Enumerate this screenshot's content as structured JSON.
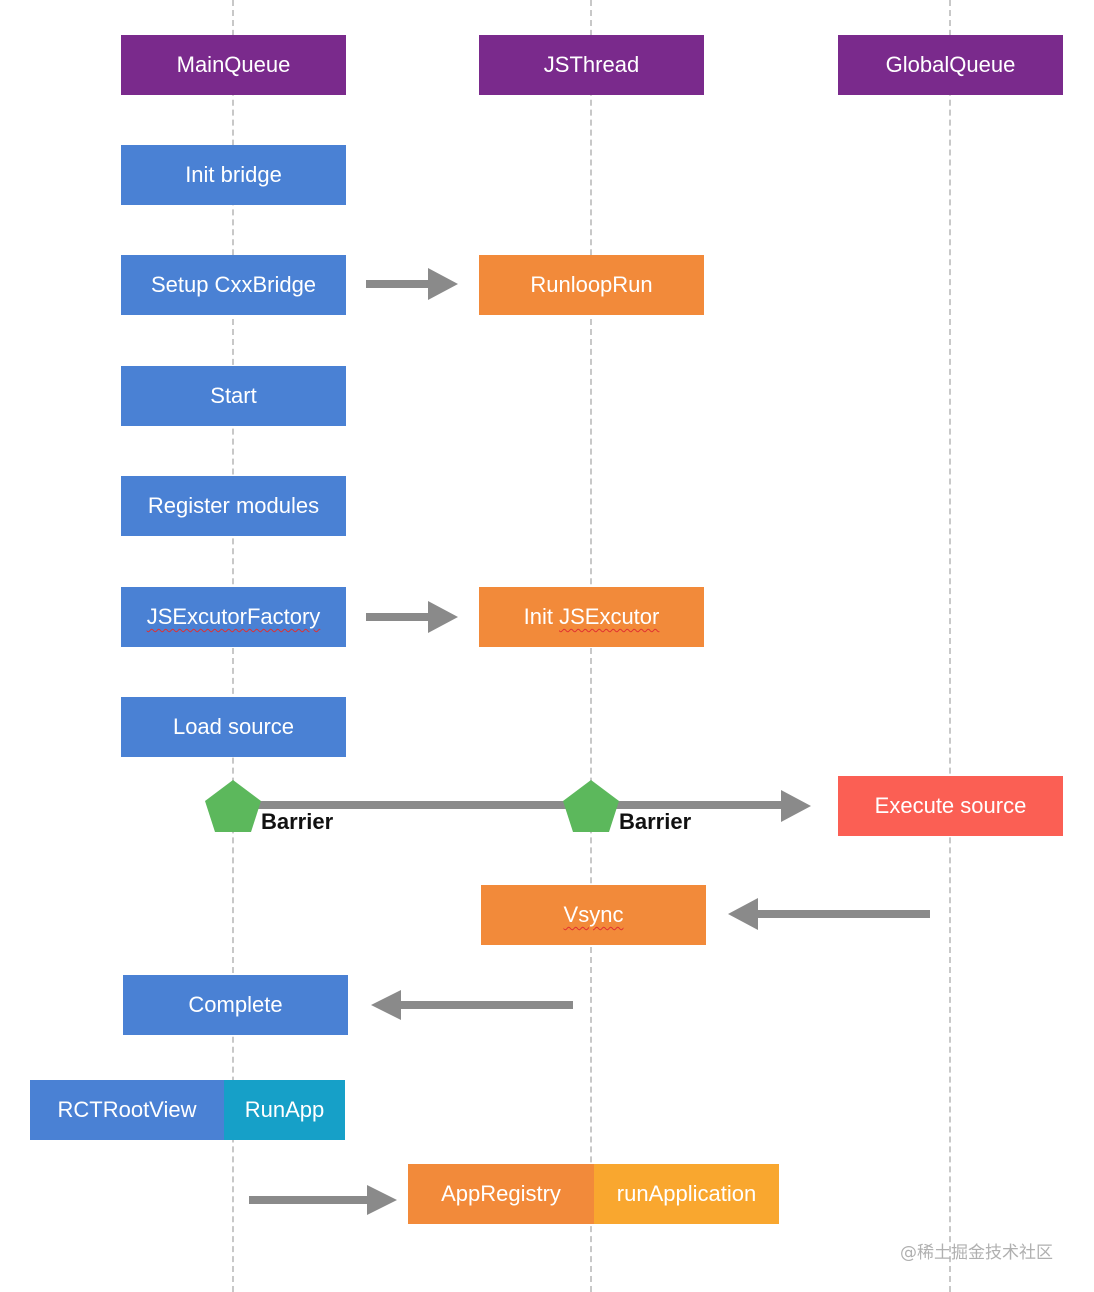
{
  "lanes": {
    "main": "MainQueue",
    "js": "JSThread",
    "global": "GlobalQueue"
  },
  "main_queue": {
    "init_bridge": "Init bridge",
    "setup_cxx": "Setup CxxBridge",
    "start": "Start",
    "register_modules": "Register modules",
    "executor_factory": "JSExcutorFactory",
    "load_source": "Load source",
    "complete": "Complete",
    "root_view": "RCTRootView",
    "run_app": "RunApp"
  },
  "js_thread": {
    "runloop": "RunloopRun",
    "init_executor": "Init JSExcutor",
    "vsync": "Vsync",
    "app_registry": "AppRegistry",
    "run_application": "runApplication"
  },
  "global_queue": {
    "execute_source": "Execute source"
  },
  "barriers": {
    "main_label": "Barrier",
    "js_label": "Barrier"
  },
  "watermark": "@稀土掘金技术社区",
  "colors": {
    "lane_header": "#7a2a8c",
    "main_step": "#4a81d4",
    "js_step": "#f28a3a",
    "global_step": "#fb5f54",
    "run_app": "#16a0c8",
    "run_application": "#f9a72f",
    "barrier": "#5cb85c",
    "arrow": "#8a8a8a"
  }
}
